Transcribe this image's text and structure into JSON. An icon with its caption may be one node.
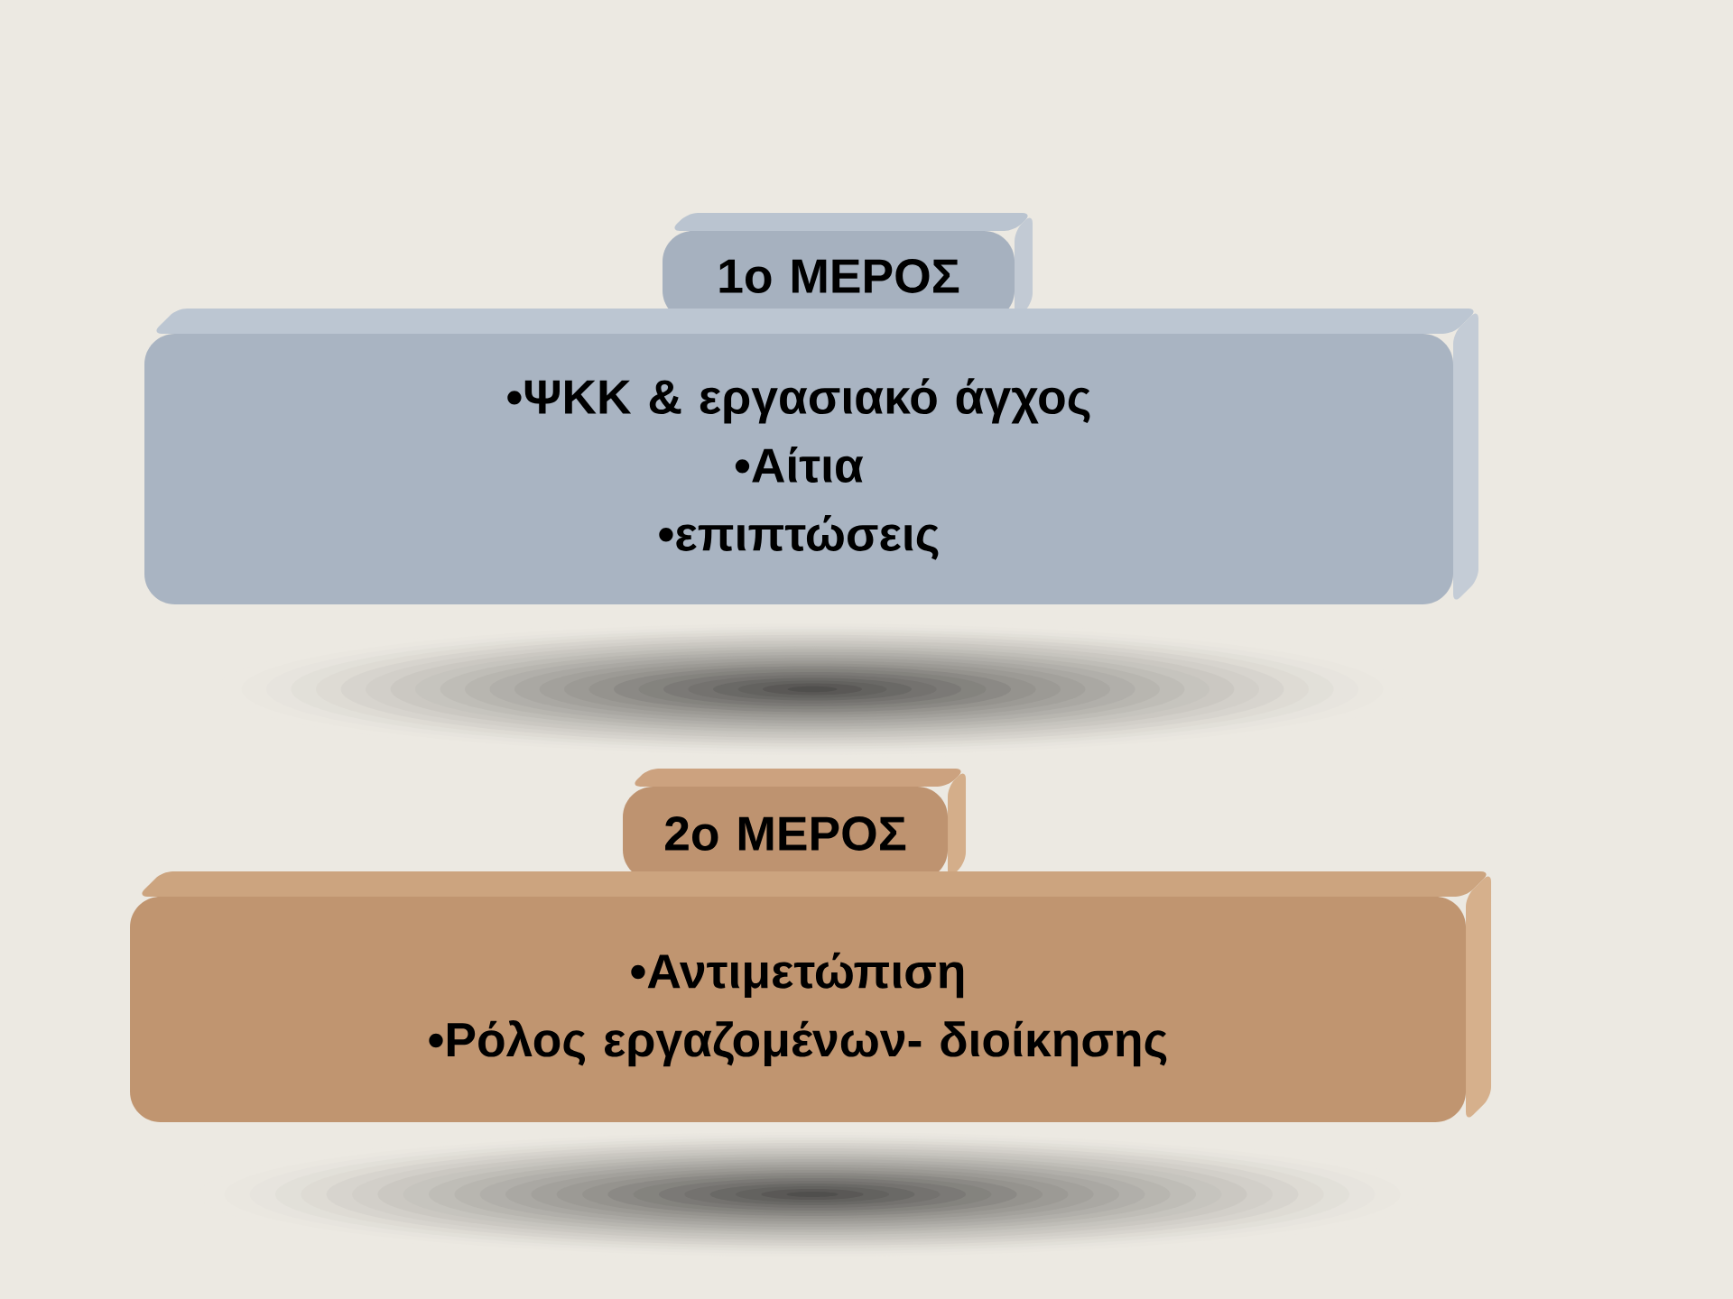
{
  "diagram": {
    "nodes": [
      {
        "text": [
          "1ο ΜΕΡΟΣ"
        ]
      },
      {
        "text": [
          "•ΨΚΚ & εργασιακό άγχος",
          "•Αίτια",
          "•επιπτώσεις"
        ]
      },
      {
        "text": [
          "2ο ΜΕΡΟΣ"
        ]
      },
      {
        "text": [
          "•Αντιμετώπιση",
          "•Ρόλος εργαζομένων- διοίκησης"
        ]
      }
    ]
  }
}
